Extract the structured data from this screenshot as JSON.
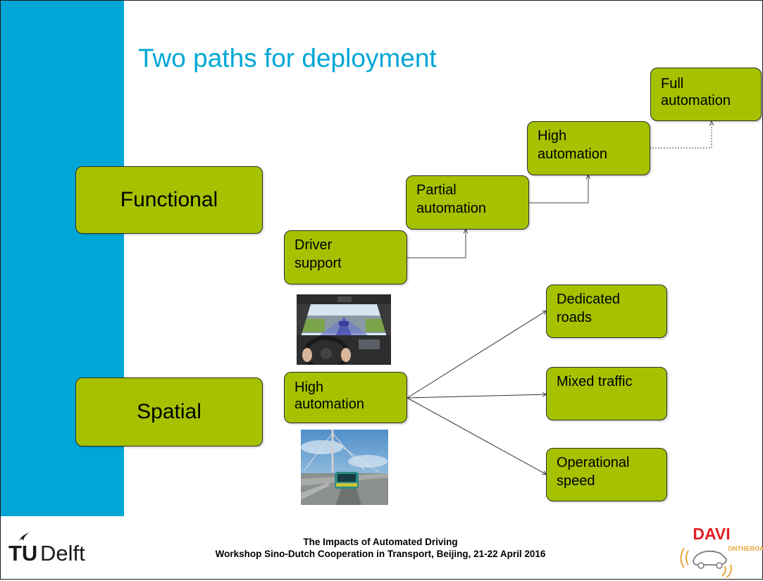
{
  "slide": {
    "title": "Two paths for deployment",
    "footer": {
      "line1": "The Impacts of Automated Driving",
      "line2": "Workshop Sino-Dutch Cooperation in Transport, Beijing, 21-22 April 2016"
    },
    "logos": {
      "left": {
        "tu": "TU",
        "delft": "Delft"
      },
      "right": {
        "davi": "DAVI",
        "ontheroad": "ONTHEROAD"
      }
    }
  },
  "categories": {
    "functional": "Functional",
    "spatial": "Spatial"
  },
  "functional_path": [
    {
      "line1": "Driver",
      "line2": "support"
    },
    {
      "line1": "Partial",
      "line2": "automation"
    },
    {
      "line1": "High",
      "line2": "automation"
    },
    {
      "line1": "Full",
      "line2": "automation"
    }
  ],
  "spatial_path": {
    "source": {
      "line1": "High",
      "line2": "automation"
    },
    "targets": [
      {
        "line1": "Dedicated",
        "line2": "roads"
      },
      {
        "line1": "Mixed traffic",
        "line2": ""
      },
      {
        "line1": "Operational",
        "line2": "speed"
      }
    ]
  },
  "colors": {
    "accent_blue": "#00a6d6",
    "box_green": "#a5c100",
    "davi_red": "#e31e24"
  },
  "images": [
    {
      "name": "driver-support-photo",
      "subject": "car interior with driver assistance"
    },
    {
      "name": "high-automation-photo",
      "subject": "automated shuttle on dedicated track"
    }
  ]
}
